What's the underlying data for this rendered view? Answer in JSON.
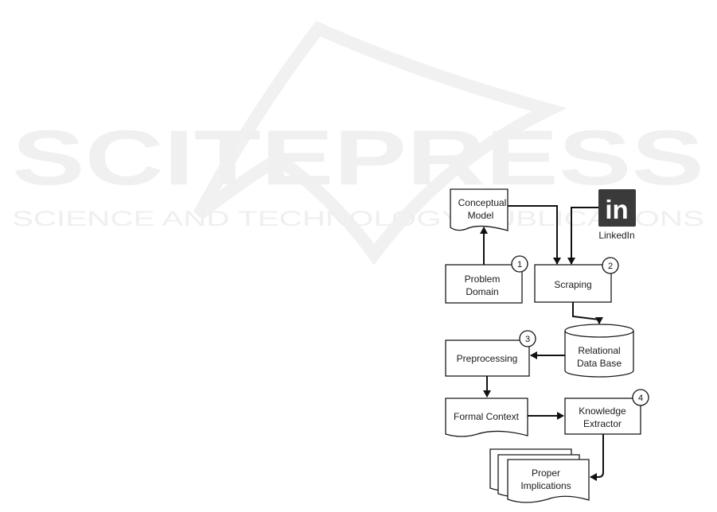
{
  "watermark": {
    "main": "SCITEPRESS",
    "sub": "SCIENCE AND TECHNOLOGY PUBLICATIONS"
  },
  "nodes": {
    "conceptual_model": [
      "Conceptual",
      "Model"
    ],
    "linkedin_logo": "in",
    "linkedin_label": "LinkedIn",
    "problem_domain": [
      "Problem",
      "Domain"
    ],
    "scraping": "Scraping",
    "relational_db": [
      "Relational",
      "Data Base"
    ],
    "preprocessing": "Preprocessing",
    "formal_context": "Formal Context",
    "knowledge_extractor": [
      "Knowledge",
      "Extractor"
    ],
    "proper_implications": [
      "Proper",
      "Implications"
    ]
  },
  "badges": [
    "1",
    "2",
    "3",
    "4"
  ],
  "colors": {
    "linkedin_bg": "#3a3a3a",
    "stroke": "#1a1a1a"
  }
}
